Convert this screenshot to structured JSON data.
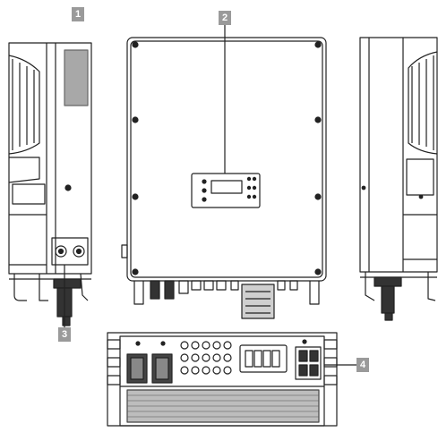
{
  "callouts": {
    "c1": "1",
    "c2": "2",
    "c3": "3",
    "c4": "4"
  },
  "colors": {
    "line": "#222222",
    "callout_fill": "#9a9a9a",
    "label_fill": "#a8a8a8",
    "dark": "#333333"
  }
}
